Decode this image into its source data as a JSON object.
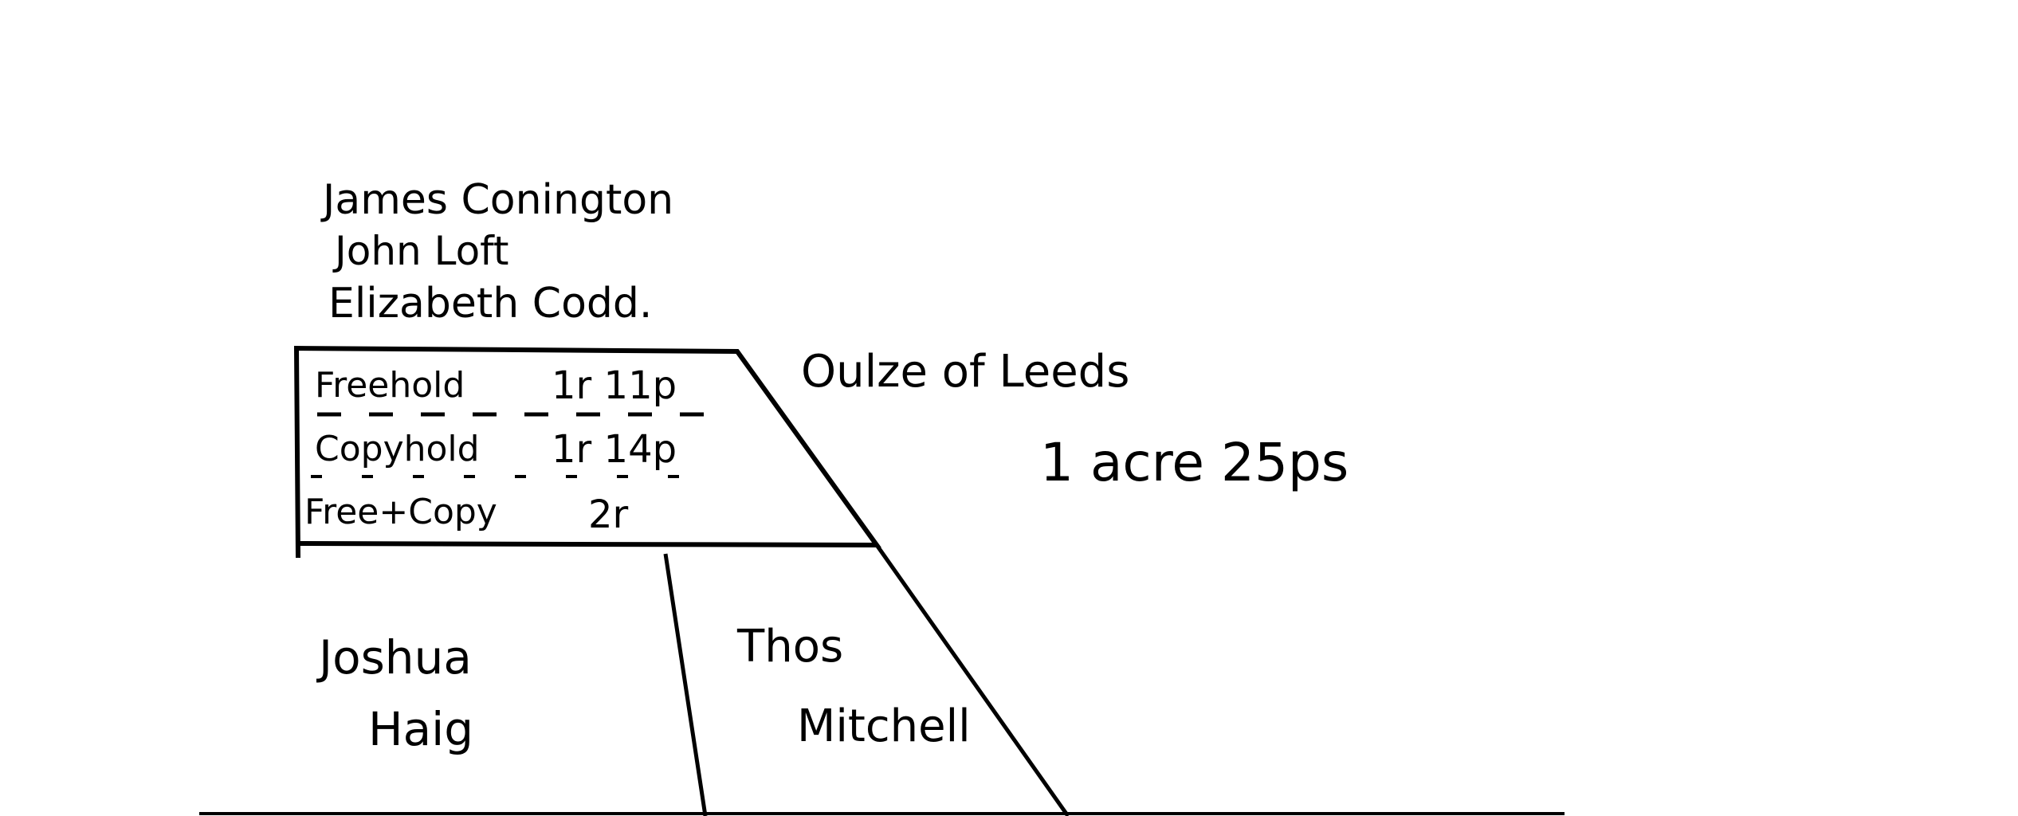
{
  "owners_top": [
    "James Conington",
    "John Loft",
    "Elizabeth Codd."
  ],
  "holdings": [
    {
      "label": "Freehold",
      "value": "1r 11p"
    },
    {
      "label": "Copyhold",
      "value": "1r 14p"
    },
    {
      "label": "Free+Copy",
      "value": "2r"
    }
  ],
  "side_label": "Oulze of Leeds",
  "area": "1 acre 25ps",
  "plot_left_owner": [
    "Joshua",
    "Haig"
  ],
  "plot_right_owner": [
    "Thos",
    "Mitchell"
  ],
  "colors": {
    "ink": "#000000",
    "paper": "#ffffff"
  }
}
